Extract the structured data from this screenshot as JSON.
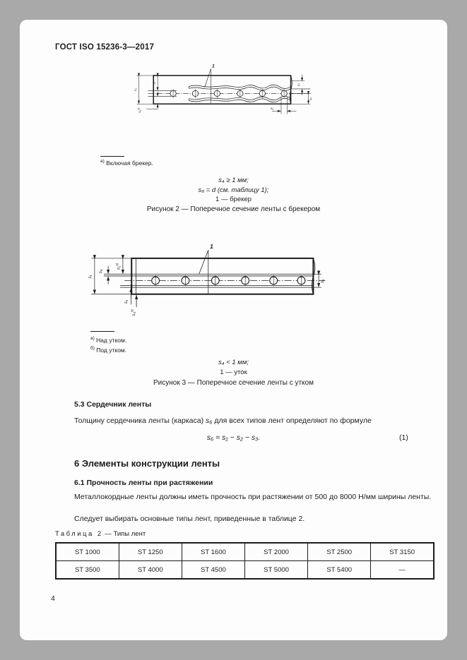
{
  "page": {
    "header": "ГОСТ ISO 15236-3—2017",
    "number": "4"
  },
  "fig2": {
    "callout": "1",
    "labels": {
      "s1": "s₁",
      "s2": "s₂",
      "s3": "s₃",
      "s3_sup": "а)",
      "s4": "s₄",
      "s5": "s₅",
      "s6": "s₆"
    },
    "footnote": {
      "sup": "а)",
      "text": "Включая брекер."
    },
    "notes": [
      "s₄ ≥ 1 мм;",
      "s₆ = d (см. таблицу 1);",
      "1 — брекер"
    ],
    "caption": "Рисунок 2 — Поперечное сечение ленты с брекером"
  },
  "fig3": {
    "callout": "1",
    "labels": {
      "s1": "s₁",
      "s2": "s₂",
      "s2_sup": "а)",
      "s4": "s₄",
      "s5": "s₅",
      "s3": "s₃",
      "s3_sup": "б)",
      "s6": "s₆"
    },
    "footnotes": [
      {
        "sup": "а)",
        "text": "Над утком."
      },
      {
        "sup": "б)",
        "text": "Под утком."
      }
    ],
    "notes": [
      "s₄ < 1 мм;",
      "1 — уток"
    ],
    "caption": "Рисунок 3 — Поперечное сечение ленты с утком"
  },
  "section53": {
    "heading": "5.3 Сердечник ленты",
    "para_pre": "Толщину сердечника ленты (каркаса) ",
    "para_var": "s₆",
    "para_post": " для всех типов лент определяют по формуле",
    "formula": "s₆ = s₁ − s₂ − s₃.",
    "formula_number": "(1)"
  },
  "section6": {
    "heading": "6 Элементы конструкции ленты",
    "heading61": "6.1 Прочность ленты при растяжении",
    "para1": "Металлокордные ленты должны иметь прочность при растяжении от 500 до 8000 Н/мм ширины ленты.",
    "para2": "Следует выбирать основные типы лент, приведенные в таблице 2."
  },
  "table2": {
    "label_spaced": "Таблица 2",
    "label_title": " — Типы лент",
    "rows": [
      [
        "ST 1000",
        "ST 1250",
        "ST 1600",
        "ST 2000",
        "ST 2500",
        "ST 3150"
      ],
      [
        "ST 3500",
        "ST 4000",
        "ST 4500",
        "ST 5000",
        "ST 5400",
        "—"
      ]
    ]
  },
  "colors": {
    "page_bg": "#fdfdfd",
    "surround": "#a9a9a9",
    "ink": "#1c1c1c"
  }
}
